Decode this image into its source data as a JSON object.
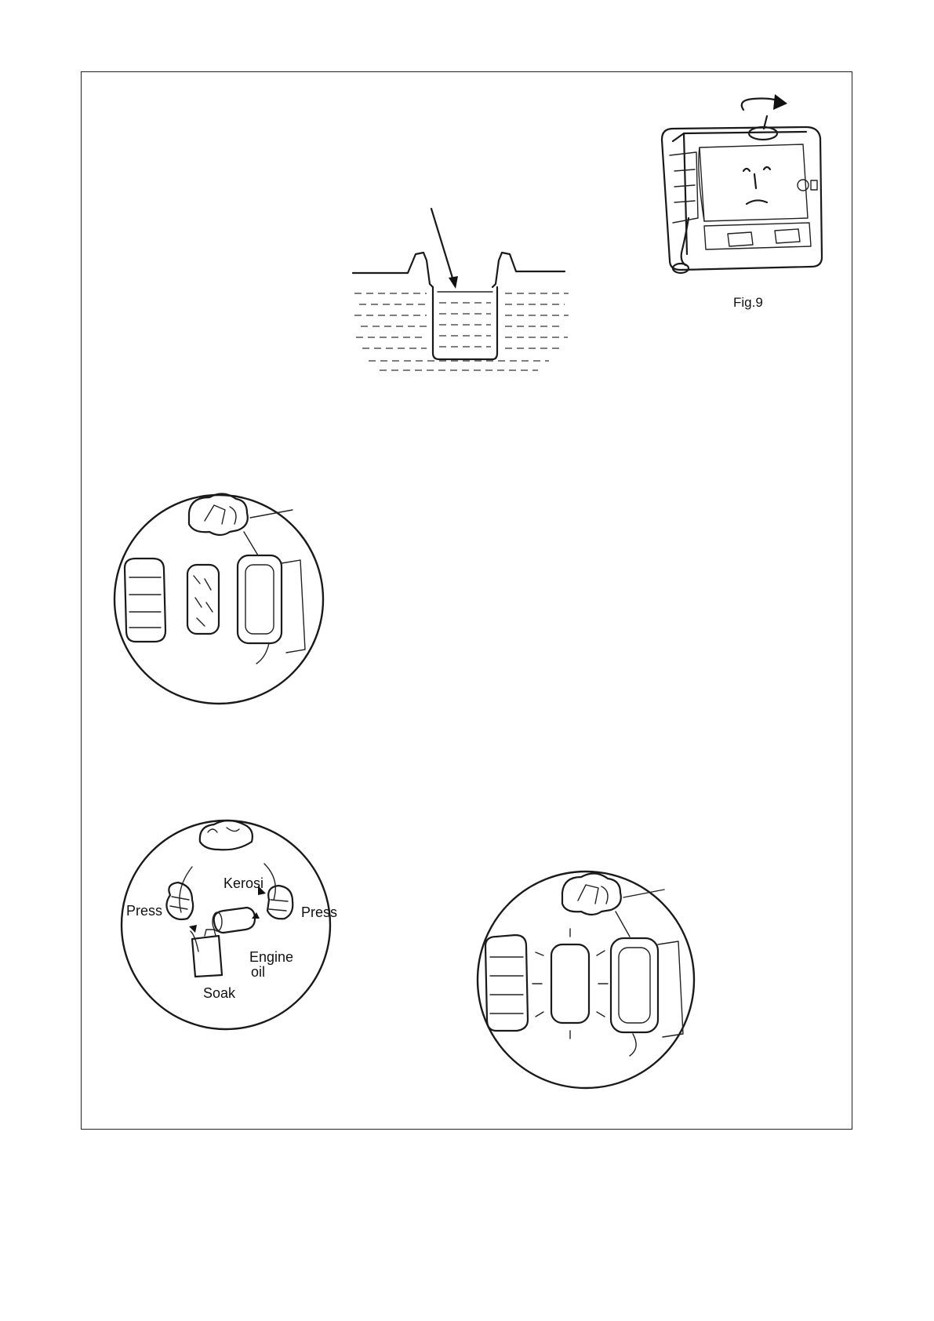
{
  "fig9": {
    "caption": "Fig.9"
  },
  "cleaning": {
    "label_kerosene": "Kerosi",
    "label_press_left": "Press",
    "label_press_right": "Press",
    "label_engine": "Engine",
    "label_oil": "oil",
    "label_soak": "Soak"
  },
  "icons": {
    "fig9": "generator-icon",
    "oil_level": "oil-filler-level-icon",
    "filter_remove": "air-filter-removal-icon",
    "filter_clean": "filter-cleaning-cycle-icon",
    "filter_install": "air-filter-install-icon"
  }
}
